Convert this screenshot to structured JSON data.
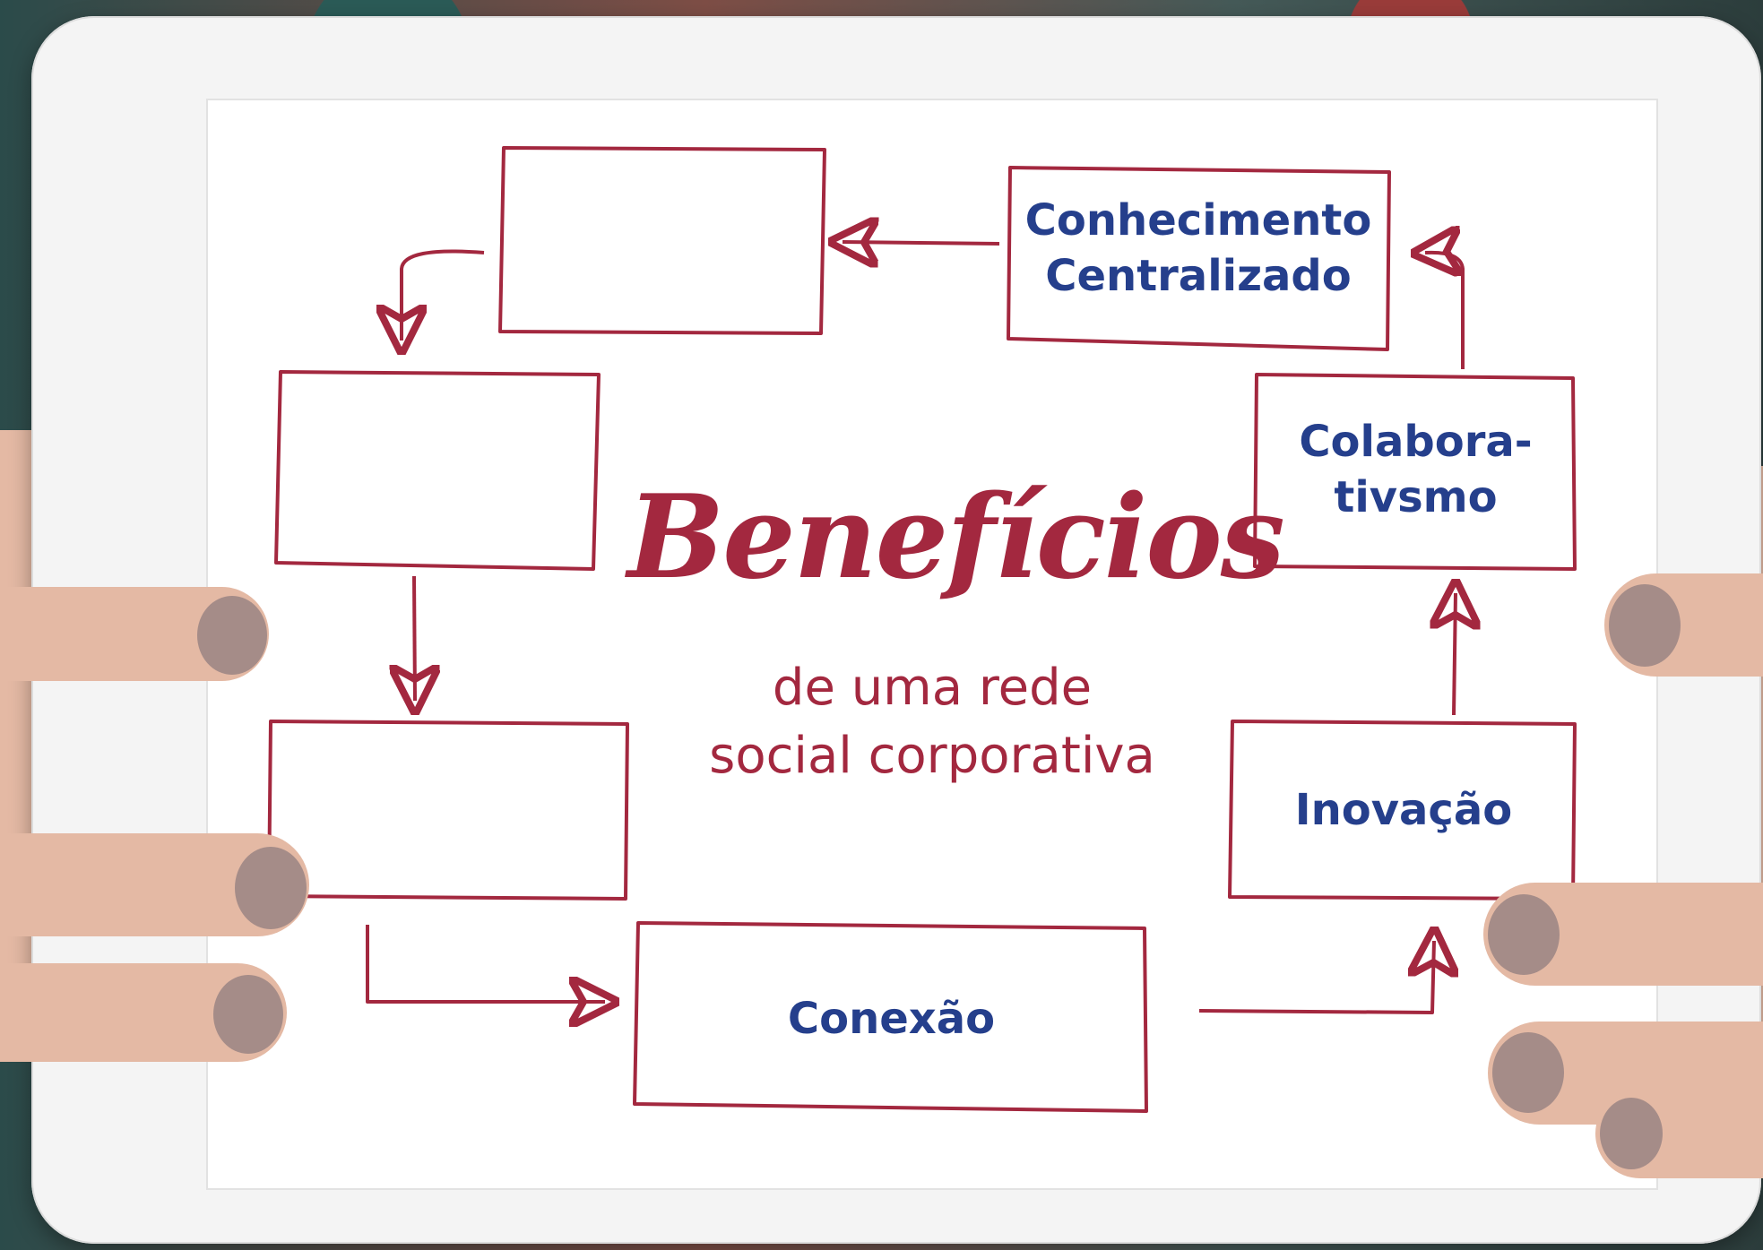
{
  "title": "Benefícios",
  "subtitle_line1": "de uma rede",
  "subtitle_line2": "social corporativa",
  "boxes": [
    {
      "label": ""
    },
    {
      "label": "Conhecimento\nCentralizado"
    },
    {
      "label": ""
    },
    {
      "label": "Colabora-\ntivsmo"
    },
    {
      "label": ""
    },
    {
      "label": "Inovação"
    },
    {
      "label": "Conexão"
    }
  ],
  "colors": {
    "outline": "#a3283f",
    "label": "#253f8c",
    "tablet": "#f4f4f4"
  }
}
